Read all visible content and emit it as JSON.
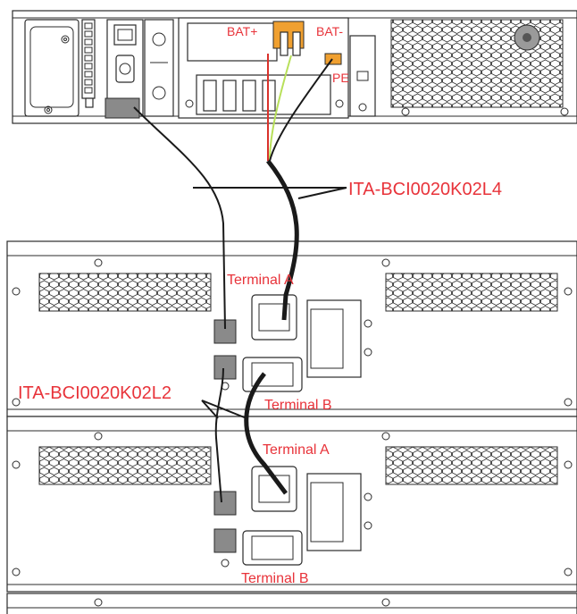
{
  "labels": {
    "bat_plus": "BAT+",
    "bat_minus": "BAT-",
    "pe": "PE",
    "cable_power": "ITA-BCI0020K02L4",
    "cable_comm": "ITA-BCI0020K02L2",
    "module1_terminal_a": "Terminal A",
    "module1_terminal_b": "Terminal B",
    "module2_terminal_a": "Terminal A",
    "module2_terminal_b": "Terminal B"
  },
  "colors": {
    "label": "#e8333a",
    "bat_terminal": "#f0a030",
    "wire_red": "#d9312b",
    "wire_green": "#b8e05a",
    "outline": "#2b2b2b"
  }
}
